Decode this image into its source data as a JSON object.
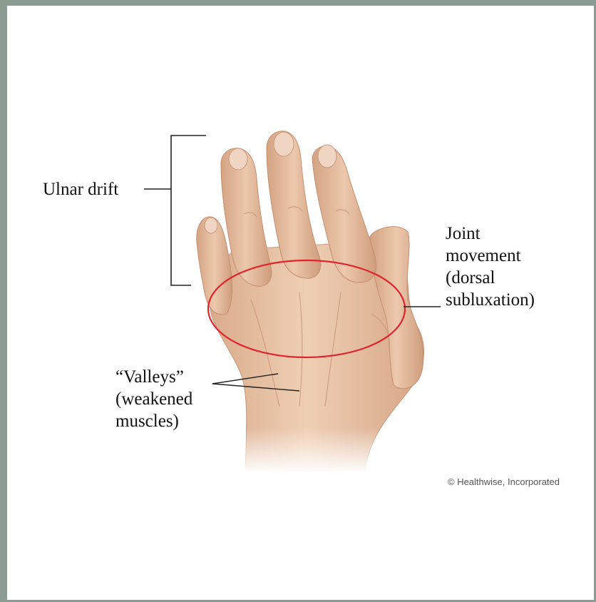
{
  "labels": {
    "ulnar_drift": "Ulnar drift",
    "joint_movement": [
      "Joint",
      "movement",
      "(dorsal",
      "subluxation)"
    ],
    "valleys": [
      "“Valleys”",
      "(weakened",
      "muscles)"
    ]
  },
  "credit": "© Healthwise, Incorporated",
  "colors": {
    "frame": "#8b9c92",
    "highlight_ellipse": "#e0242f",
    "skin": "#e8c2a3",
    "leader_lines": "#222222"
  }
}
